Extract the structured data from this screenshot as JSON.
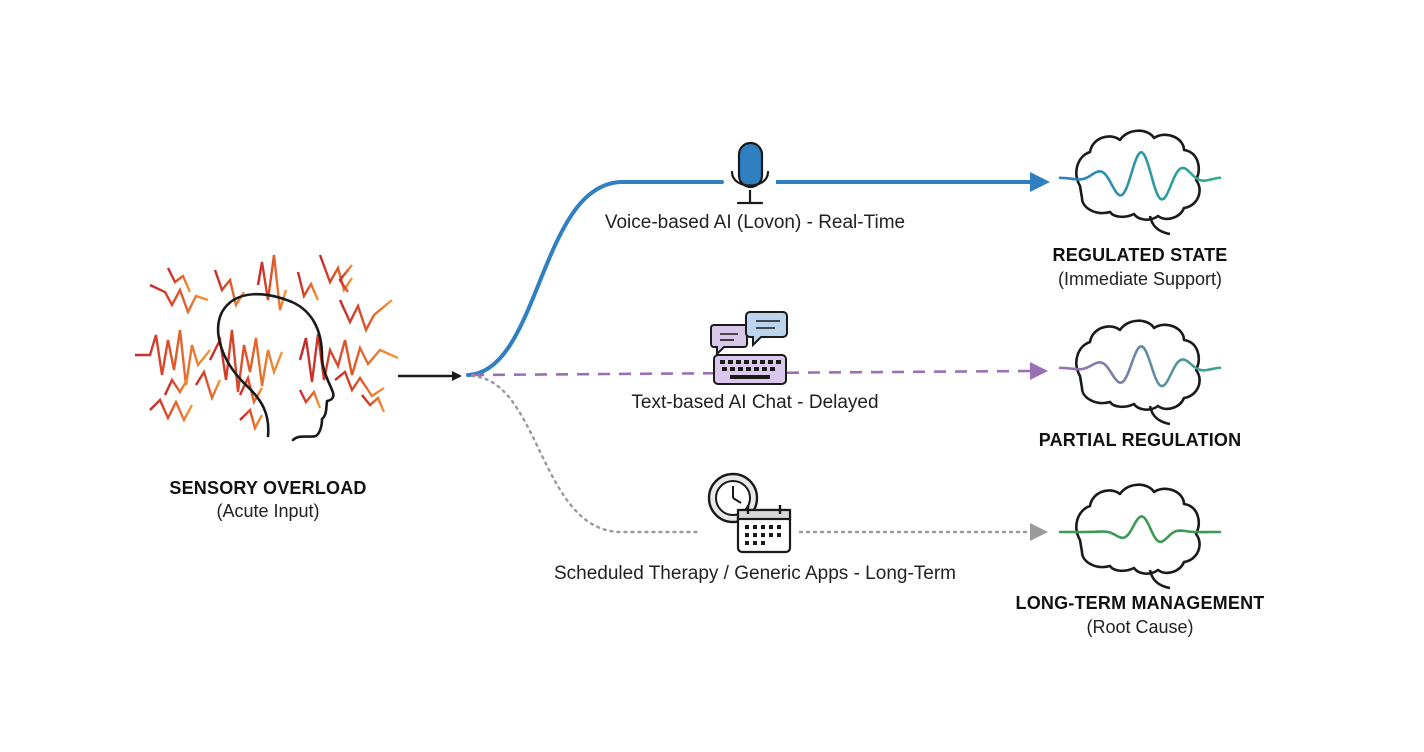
{
  "source": {
    "title": "SENSORY OVERLOAD",
    "subtitle": "(Acute Input)",
    "icon": "head-with-noise-icon"
  },
  "paths": [
    {
      "id": "voice",
      "label": "Voice-based AI (Lovon) - Real-Time",
      "icon": "microphone-icon",
      "color": "#2f7fc1",
      "style": "solid"
    },
    {
      "id": "text",
      "label": "Text-based AI Chat - Delayed",
      "icon": "chat-keyboard-icon",
      "color": "#9b6fb5",
      "style": "dashed"
    },
    {
      "id": "scheduled",
      "label": "Scheduled Therapy / Generic Apps - Long-Term",
      "icon": "clock-calendar-icon",
      "color": "#9a9a9a",
      "style": "dotted"
    }
  ],
  "outcomes": [
    {
      "id": "regulated",
      "title": "REGULATED STATE",
      "subtitle": "(Immediate Support)",
      "icon": "brain-wave-icon",
      "wave_color": "#2aa39a"
    },
    {
      "id": "partial",
      "title": "PARTIAL REGULATION",
      "subtitle": "",
      "icon": "brain-wave-icon",
      "wave_color": "#8f6fb8"
    },
    {
      "id": "longterm",
      "title": "LONG-TERM MANAGEMENT",
      "subtitle": "(Root Cause)",
      "icon": "brain-wave-icon",
      "wave_color": "#3d9a55"
    }
  ]
}
